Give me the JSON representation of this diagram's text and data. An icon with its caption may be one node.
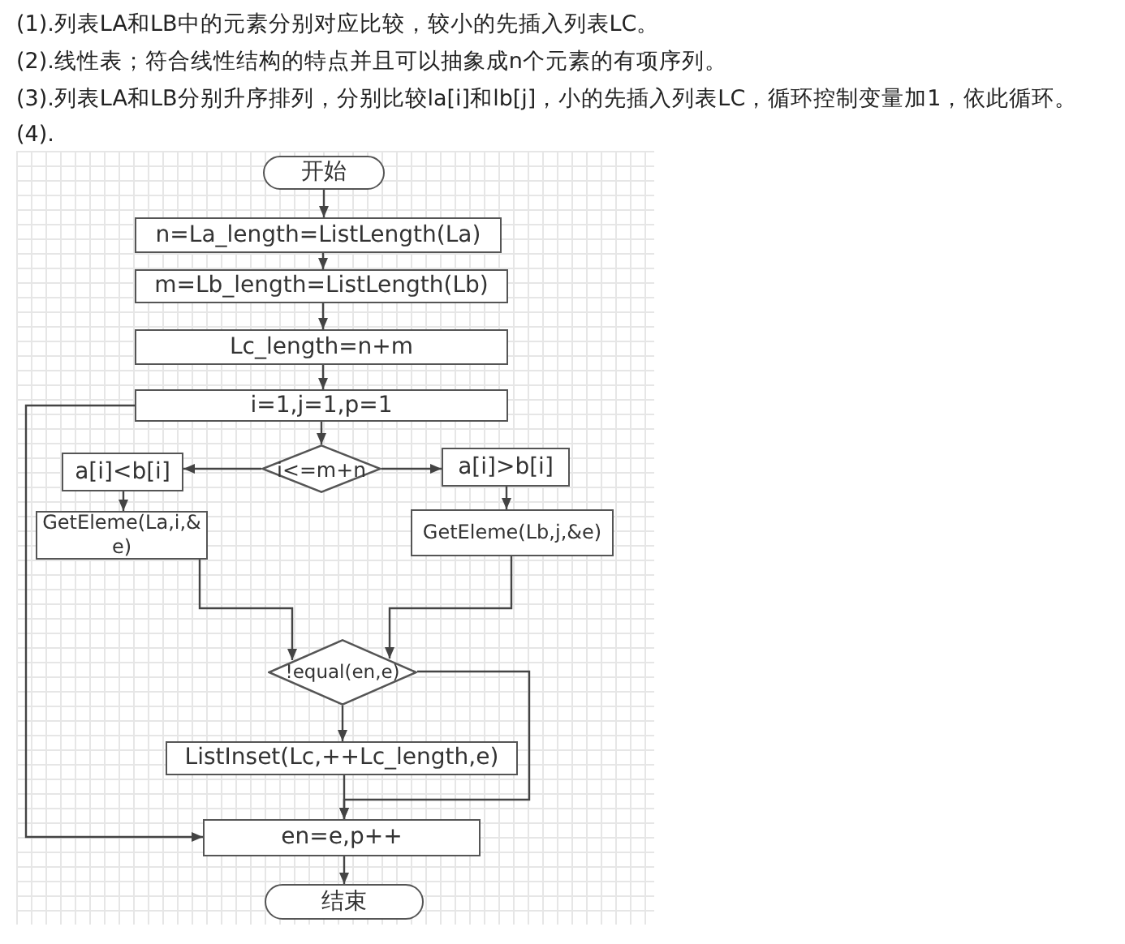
{
  "diagram": {
    "nodes": [
      {
        "text": [
          "开始"
        ]
      },
      {
        "text": [
          "n=La_length=ListLength(La)"
        ]
      },
      {
        "text": [
          "m=Lb_length=ListLength(Lb)"
        ]
      },
      {
        "text": [
          "Lc_length=n+m"
        ]
      },
      {
        "text": [
          "i=1,j=1,p=1"
        ]
      },
      {
        "text": [
          "i<=m+n"
        ]
      },
      {
        "text": [
          "a[i]<b[i]"
        ]
      },
      {
        "text": [
          "a[i]>b[i]"
        ]
      },
      {
        "text": [
          "GetEleme(La,i,&e)"
        ]
      },
      {
        "text": [
          "GetEleme(Lb,j,&e)"
        ]
      },
      {
        "text": [
          "!equal(en,e)"
        ]
      },
      {
        "text": [
          "ListInset(Lc,++Lc_length,e)"
        ]
      },
      {
        "text": [
          "en=e,p++"
        ]
      },
      {
        "text": [
          "结束"
        ]
      }
    ],
    "edges": [
      {
        "from": 0,
        "to": 1,
        "arrow": "to"
      },
      {
        "from": 1,
        "to": 2,
        "arrow": "to"
      },
      {
        "from": 2,
        "to": 3,
        "arrow": "to"
      },
      {
        "from": 3,
        "to": 4,
        "arrow": "to"
      },
      {
        "from": 4,
        "to": 5,
        "arrow": "to"
      },
      {
        "from": 5,
        "to": 6,
        "arrow": "to"
      },
      {
        "from": 5,
        "to": 7,
        "arrow": "to"
      },
      {
        "from": 6,
        "to": 8,
        "arrow": "to"
      },
      {
        "from": 7,
        "to": 9,
        "arrow": "to"
      },
      {
        "from": 8,
        "to": 10,
        "arrow": "to"
      },
      {
        "from": 9,
        "to": 10,
        "arrow": "to"
      },
      {
        "from": 10,
        "to": 11,
        "arrow": "to"
      },
      {
        "from": 10,
        "to": 12,
        "arrow": "to"
      },
      {
        "from": 11,
        "to": 12,
        "arrow": "to"
      },
      {
        "from": 4,
        "to": 12,
        "arrow": "to"
      },
      {
        "from": 12,
        "to": 13,
        "arrow": "to"
      }
    ],
    "labels": [
      "(1).列表LA和LB中的元素分别对应比较，较小的先插入列表LC。",
      "(2).线性表；符合线性结构的特点并且可以抽象成n个元素的有项序列。",
      "(3).列表LA和LB分别升序排列，分别比较la[i]和lb[j]，小的先插入列表LC，循环控制变量加1，依此循环。",
      "(4)."
    ]
  }
}
